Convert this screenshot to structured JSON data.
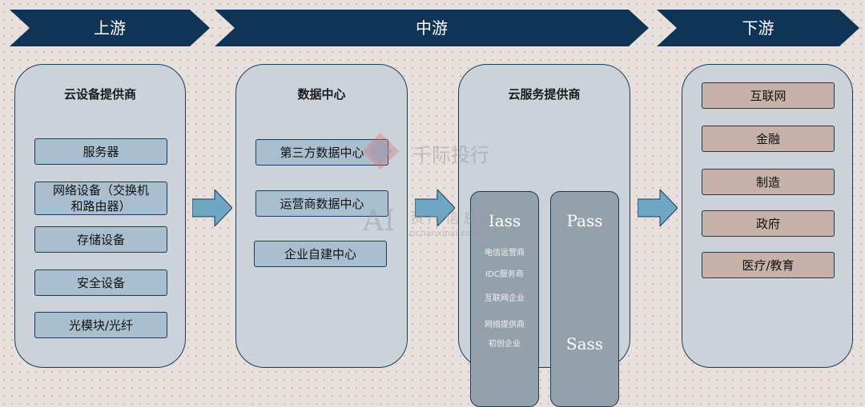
{
  "banners": {
    "upstream": "上游",
    "midstream": "中游",
    "downstream": "下游"
  },
  "cloud_equipment": {
    "title": "云设备提供商",
    "items": [
      "服务器",
      "网络设备（交换机\n和路由器）",
      "存储设备",
      "安全设备",
      "光模块/光纤"
    ]
  },
  "data_center": {
    "title": "数据中心",
    "items": [
      "第三方数据中心",
      "运营商数据中心",
      "企业自建中心"
    ]
  },
  "cloud_service": {
    "title": "云服务提供商",
    "iaas": {
      "label": "Iass",
      "lines": [
        "电信运营商",
        "IDC服务商",
        "互联网企业",
        "网络提供商",
        "初创企业"
      ]
    },
    "paas": {
      "label": "Pass"
    },
    "saas": {
      "label": "Sass"
    }
  },
  "downstream": {
    "items": [
      "互联网",
      "金融",
      "制造",
      "政府",
      "医疗/教育"
    ]
  },
  "watermark": {
    "brand": "千际投行",
    "ai": "AI",
    "site": "资产信息网",
    "url": "zichanxinxi.com"
  },
  "colors": {
    "navy": "#0f3456",
    "panel": "#ccd2da",
    "item_blue": "#a9bfd0",
    "item_brown": "#c6b2a8",
    "arrow": "#6fa6c4"
  }
}
